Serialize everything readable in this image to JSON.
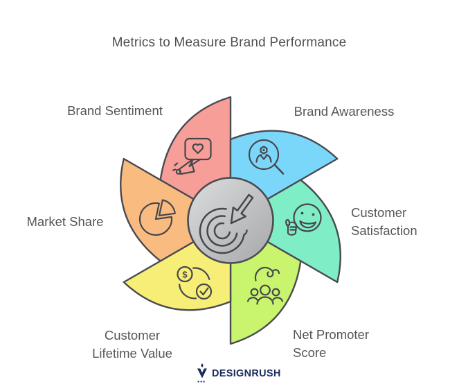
{
  "title": "Metrics to Measure Brand Performance",
  "segments": [
    {
      "name": "brand-sentiment",
      "color": "#f79e98",
      "icon": "megaphone-heart-bubble-icon",
      "lines": [
        "Brand Sentiment"
      ]
    },
    {
      "name": "brand-awareness",
      "color": "#7bd7fa",
      "icon": "person-magnifier-icon",
      "lines": [
        "Brand Awareness"
      ]
    },
    {
      "name": "customer-satisfaction",
      "color": "#7feec7",
      "icon": "smiley-thumbs-up-icon",
      "lines": [
        "Customer",
        "Satisfaction"
      ]
    },
    {
      "name": "net-promoter-score",
      "color": "#c9f46d",
      "icon": "people-group-icon",
      "lines": [
        "Net Promoter",
        "Score"
      ]
    },
    {
      "name": "customer-lifetime-value",
      "color": "#f7ee78",
      "icon": "dollar-cycle-check-icon",
      "lines": [
        "Customer",
        "Lifetime Value"
      ]
    },
    {
      "name": "market-share",
      "color": "#f9bb80",
      "icon": "pie-chart-icon",
      "lines": [
        "Market Share"
      ]
    }
  ],
  "center": {
    "icon": "target-arrow-icon",
    "hub_light": "#dadbdc",
    "hub_dark": "#a9aaad"
  },
  "footer": {
    "brand": "DESIGNRUSH",
    "logo_color": "#1b2b5e"
  },
  "colors": {
    "outline": "#4a4b51",
    "icon_stroke": "#46474c",
    "text": "#55565a",
    "title_text": "#4f5054",
    "background": "#ffffff"
  }
}
